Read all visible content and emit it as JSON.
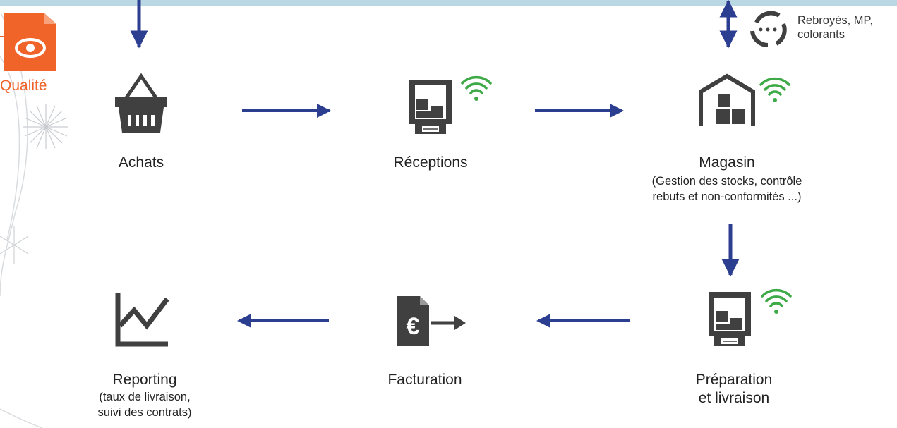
{
  "colors": {
    "arrow": "#2c3e8f",
    "icon": "#404040",
    "wifi": "#3daa47",
    "quality": "#f0642a",
    "top_band": "#b9d8e4",
    "decor": "#cfd2d6"
  },
  "quality": {
    "label": "Qualité",
    "icon": "eye-document-icon"
  },
  "external": {
    "line1": "Rebroyés, MP,",
    "line2": "colorants",
    "icon": "recycle-cycle-icon"
  },
  "steps": {
    "achats": {
      "title": "Achats",
      "icon": "basket-icon"
    },
    "receptions": {
      "title": "Réceptions",
      "icon": "truck-icon",
      "wifi": true
    },
    "magasin": {
      "title": "Magasin",
      "sub1": "(Gestion des stocks, contrôle",
      "sub2": "rebuts et non-conformités ...)",
      "icon": "warehouse-icon",
      "wifi": true
    },
    "preparation": {
      "title": "Préparation",
      "title2": "et livraison",
      "icon": "truck-icon",
      "wifi": true
    },
    "facturation": {
      "title": "Facturation",
      "icon": "euro-invoice-icon"
    },
    "reporting": {
      "title": "Reporting",
      "sub1": "(taux de livraison,",
      "sub2": "suivi des contrats)",
      "icon": "line-chart-icon"
    }
  }
}
